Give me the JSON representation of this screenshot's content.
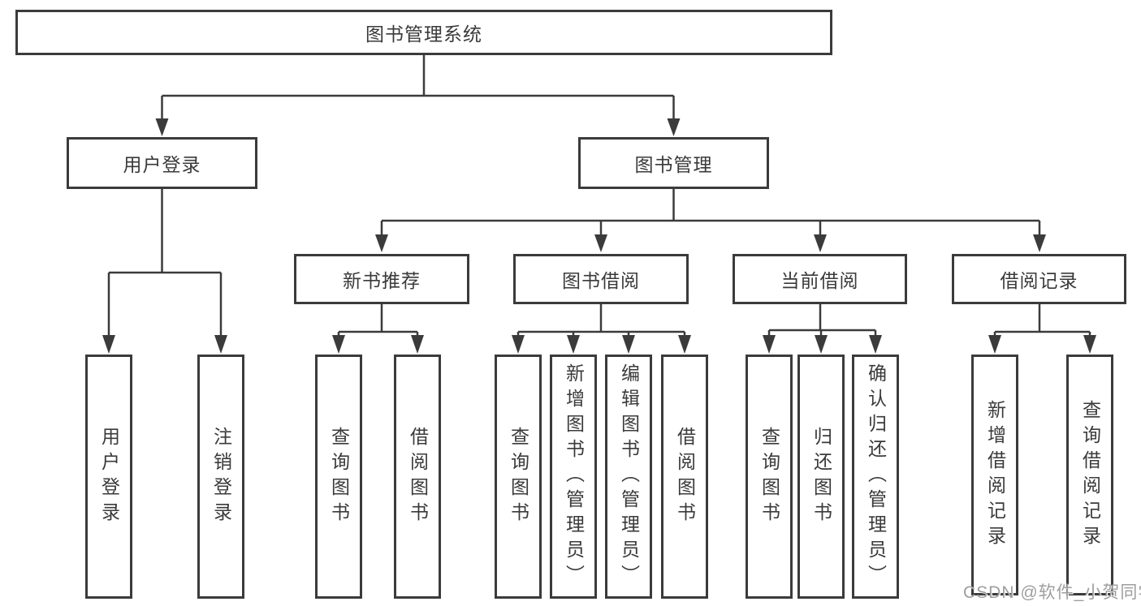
{
  "diagram": {
    "root": "图书管理系统",
    "level2": {
      "user_login": "用户登录",
      "book_management": "图书管理"
    },
    "level3": {
      "new_book_recommend": "新书推荐",
      "book_borrowing": "图书借阅",
      "current_borrowing": "当前借阅",
      "borrowing_records": "借阅记录"
    },
    "level4": {
      "user_login": "用户登录",
      "logout": "注销登录",
      "nbr_query_books": "查询图书",
      "nbr_borrow_books": "借阅图书",
      "bb_query_books": "查询图书",
      "bb_add_books_admin": "新增图书（管理员）",
      "bb_edit_books_admin": "编辑图书（管理员）",
      "bb_borrow_books": "借阅图书",
      "cb_query_books": "查询图书",
      "cb_return_books": "归还图书",
      "cb_confirm_return_admin": "确认归还（管理员）",
      "br_add_record": "新增借阅记录",
      "br_query_record": "查询借阅记录"
    }
  },
  "watermark": "CSDN @软件_小贺同学",
  "colors": {
    "line": "#3b3b3b",
    "text": "#3a3a3a",
    "watermark": "#9e9e9e",
    "background": "#ffffff"
  }
}
